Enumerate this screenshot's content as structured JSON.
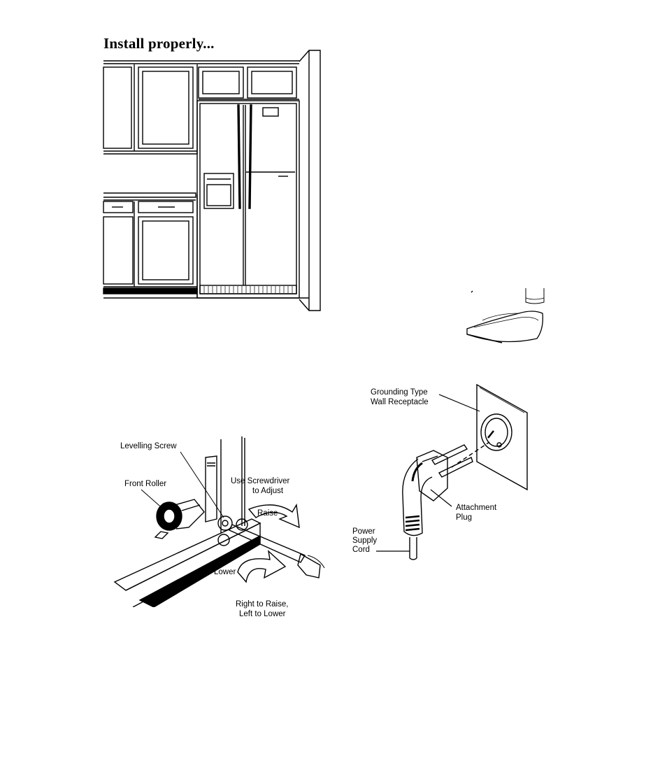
{
  "heading": "Install properly...",
  "figures": {
    "kitchen": {
      "icon": "kitchen-refrigerator-illustration"
    },
    "partial": {
      "icon": "cup-on-coaster-illustration"
    },
    "levelling": {
      "icon": "levelling-screw-illustration",
      "labels": {
        "levelling_screw": "Levelling Screw",
        "front_roller": "Front Roller",
        "use_screwdriver_1": "Use Screwdriver",
        "use_screwdriver_2": "to Adjust",
        "raise": "Raise",
        "lower": "Lower",
        "right_left_1": "Right to Raise,",
        "right_left_2": "Left to Lower"
      }
    },
    "plug": {
      "icon": "grounding-plug-illustration",
      "labels": {
        "receptacle_1": "Grounding Type",
        "receptacle_2": "Wall Receptacle",
        "plug_1": "Attachment",
        "plug_2": "Plug",
        "cord_1": "Power",
        "cord_2": "Supply",
        "cord_3": "Cord"
      }
    }
  }
}
